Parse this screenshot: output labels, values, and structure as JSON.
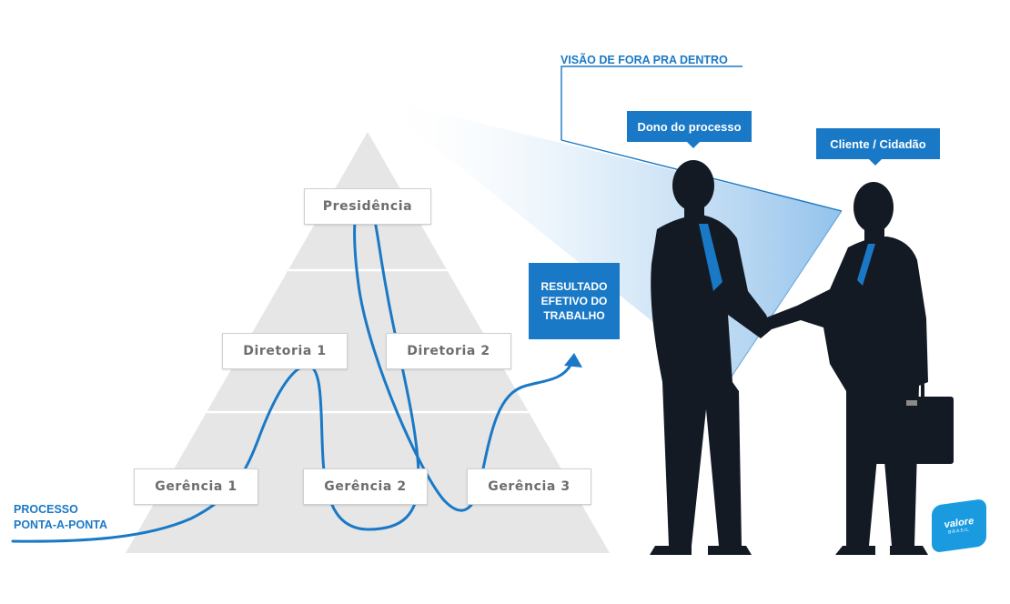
{
  "pyramid": {
    "top": "Presidência",
    "mid": [
      "Diretoria 1",
      "Diretoria 2"
    ],
    "bottom": [
      "Gerência 1",
      "Gerência 2",
      "Gerência 3"
    ]
  },
  "labels": {
    "vision": "VISÃO DE FORA PRA DENTRO",
    "process_line1": "PROCESSO",
    "process_line2": "PONTA-A-PONTA",
    "result_line1": "RESULTADO",
    "result_line2": "EFETIVO DO",
    "result_line3": "TRABALHO",
    "owner": "Dono do processo",
    "client": "Cliente / Cidadão"
  },
  "logo": {
    "name": "valore",
    "sub": "BRASIL"
  },
  "colors": {
    "accent": "#1a79c6",
    "pyramid": "#e6e6e6",
    "silhouette": "#131a24"
  },
  "icons": [
    "arrow-up-icon",
    "handshake-illustration",
    "briefcase-icon"
  ]
}
